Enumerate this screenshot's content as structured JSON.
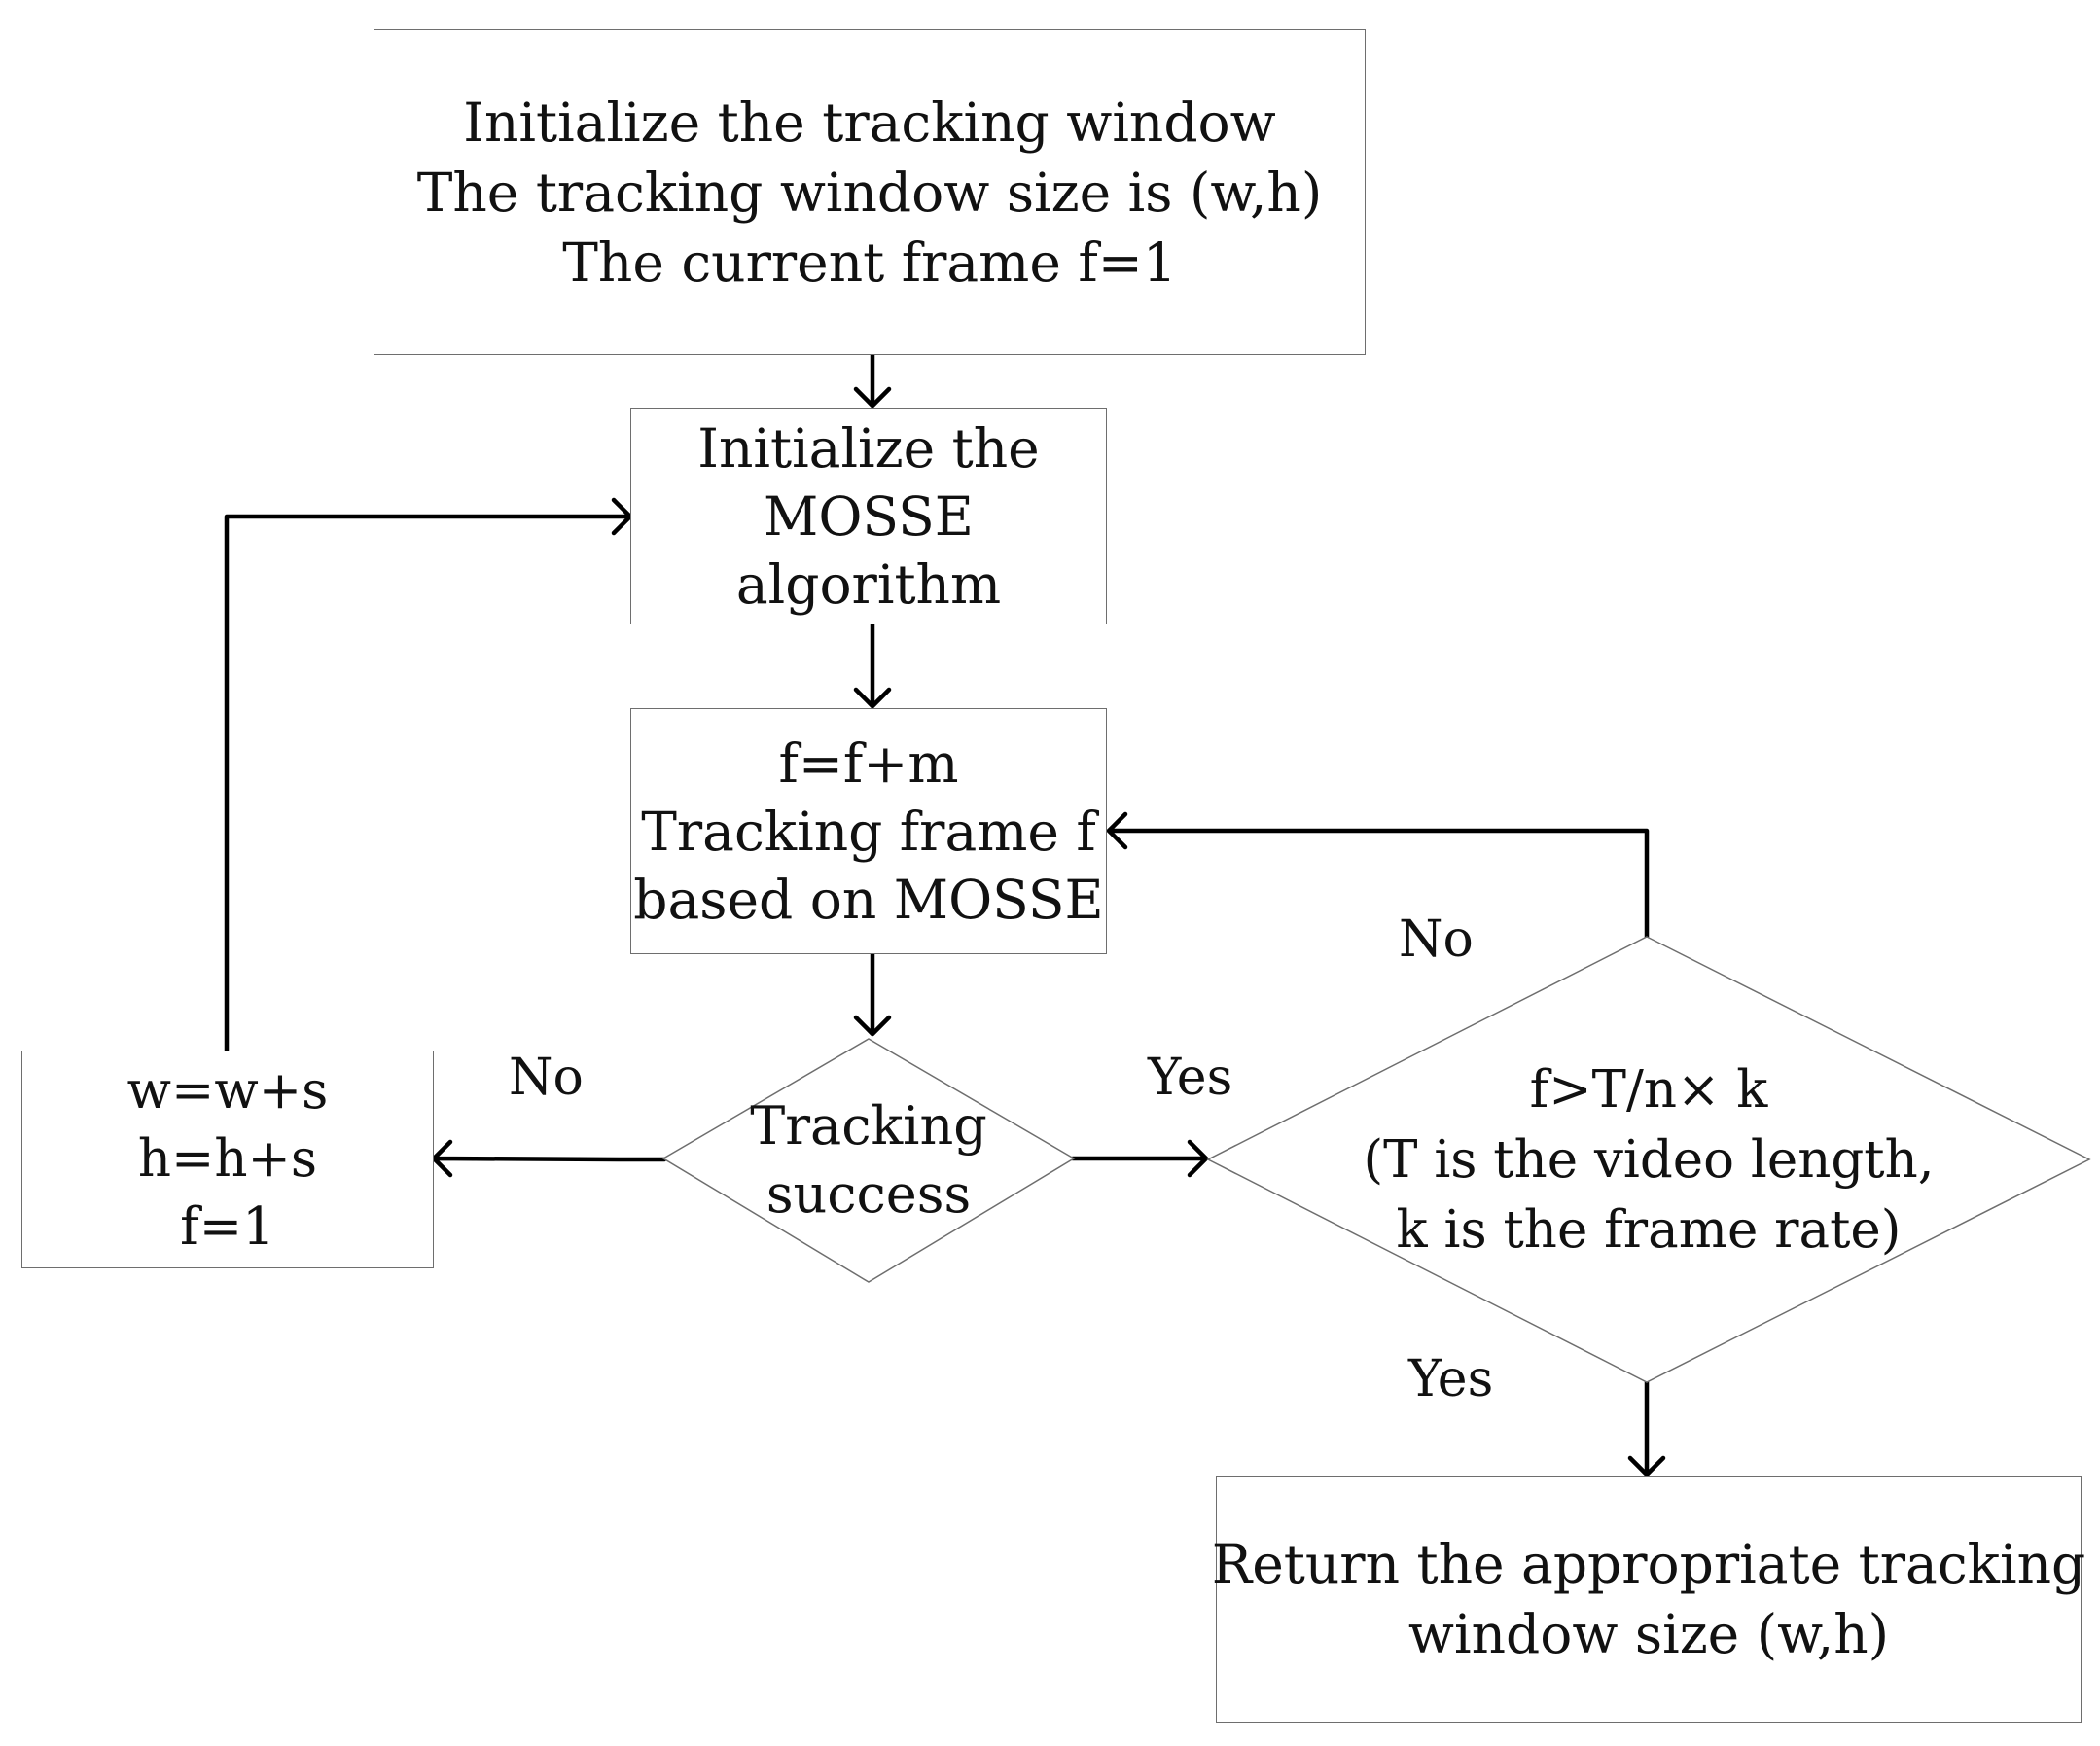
{
  "nodes": {
    "init_window": {
      "lines": [
        "Initialize the tracking window",
        "The tracking window size is (w,h)",
        "The current frame f=1"
      ]
    },
    "init_mosse": {
      "lines": [
        "Initialize the",
        "MOSSE",
        "algorithm"
      ]
    },
    "track_frame": {
      "lines": [
        "f=f+m",
        "Tracking frame f",
        "based on MOSSE"
      ]
    },
    "tracking_success": {
      "lines": [
        "Tracking",
        "success"
      ]
    },
    "increase_window": {
      "lines": [
        "w=w+s",
        "h=h+s",
        "f=1"
      ]
    },
    "frame_check": {
      "lines": [
        "f>T/n× k",
        "(T is the video length,",
        "k is the frame rate)"
      ]
    },
    "return_size": {
      "lines": [
        "Return the appropriate tracking",
        "window size (w,h)"
      ]
    }
  },
  "edge_labels": {
    "success_no": "No",
    "success_yes": "Yes",
    "check_no": "No",
    "check_yes": "Yes"
  },
  "colors": {
    "line": "#000000",
    "box_border": "#6e6e6e",
    "text": "#111111"
  }
}
